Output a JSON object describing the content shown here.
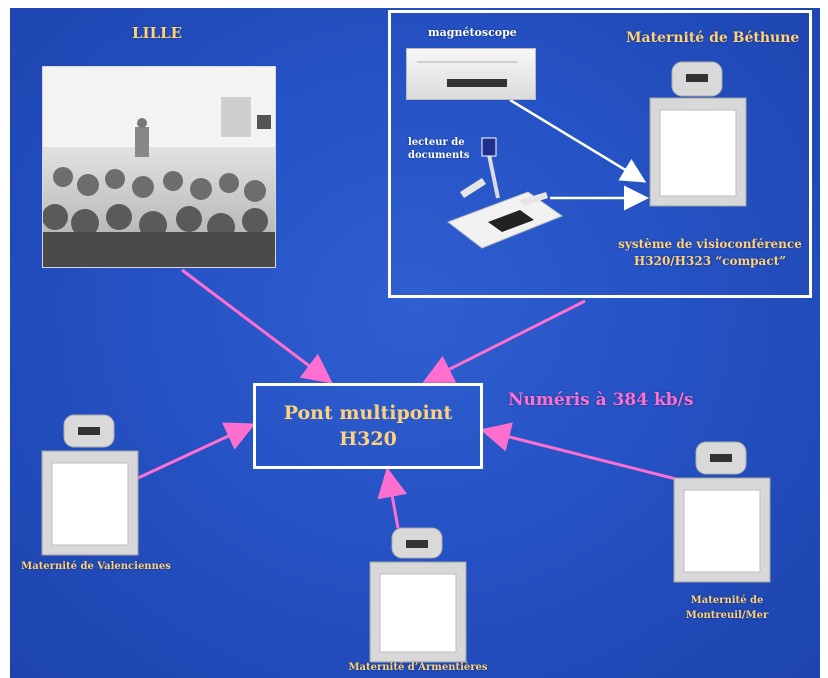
{
  "title_lille": "LILLE",
  "title_bethune": "Maternité de Béthune",
  "magnetoscope_label": "magnétoscope",
  "document_reader_label": "lecteur de\ndocuments",
  "visio_system_label": "système de visioconférence\nH320/H323 “compact”",
  "hub": {
    "line1": "Pont multipoint",
    "line2": "H320"
  },
  "link_label": "Numéris à 384 kb/s",
  "sites": {
    "valenciennes": "Maternité de Valenciennes",
    "armentieres": "Maternité d’Armentières",
    "montreuil": "Maternité de\nMontreuil/Mer"
  },
  "colors": {
    "background": "#2552c4",
    "title_text": "#ffd27a",
    "link_label_text": "#ff6fd0",
    "arrow": "#ff6fd0",
    "box_border": "#ffffff"
  }
}
